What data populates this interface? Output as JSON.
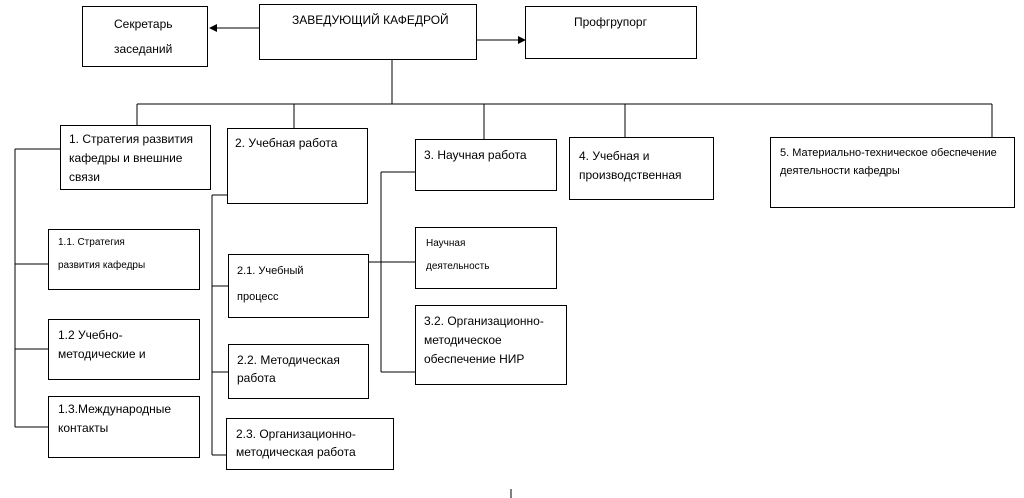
{
  "top": {
    "head": "ЗАВЕДУЮЩИЙ КАФЕДРОЙ",
    "secretary_line1": "Секретарь",
    "secretary_line2": "заседаний",
    "union": "Профгрупорг"
  },
  "b1": {
    "title_l1": "1. Стратегия развития",
    "title_l2": "кафедры и внешние",
    "title_l3": "связи",
    "s1_l1": "1.1.  Стратегия",
    "s1_l2": "развития кафедры",
    "s2_l1": "1.2 Учебно-",
    "s2_l2": "методические и",
    "s3_l1": "1.3.Международные",
    "s3_l2": "контакты"
  },
  "b2": {
    "title": "2. Учебная работа",
    "s1_l1": "2.1.  Учебный",
    "s1_l2": "процесс",
    "s2_l1": "2.2. Методическая",
    "s2_l2": "работа",
    "s3_l1": "2.3. Организационно-",
    "s3_l2": "методическая работа"
  },
  "b3": {
    "title": "3. Научная работа",
    "s1_l1": "Научная",
    "s1_l2": "деятельность",
    "s2_l1": "3.2. Организационно-",
    "s2_l2": "методическое",
    "s2_l3": "обеспечение НИР"
  },
  "b4": {
    "title_l1": "4. Учебная и",
    "title_l2": "производственная"
  },
  "b5": {
    "title_l1": "5. Материально-техническое обеспечение",
    "title_l2": "деятельности кафедры"
  }
}
